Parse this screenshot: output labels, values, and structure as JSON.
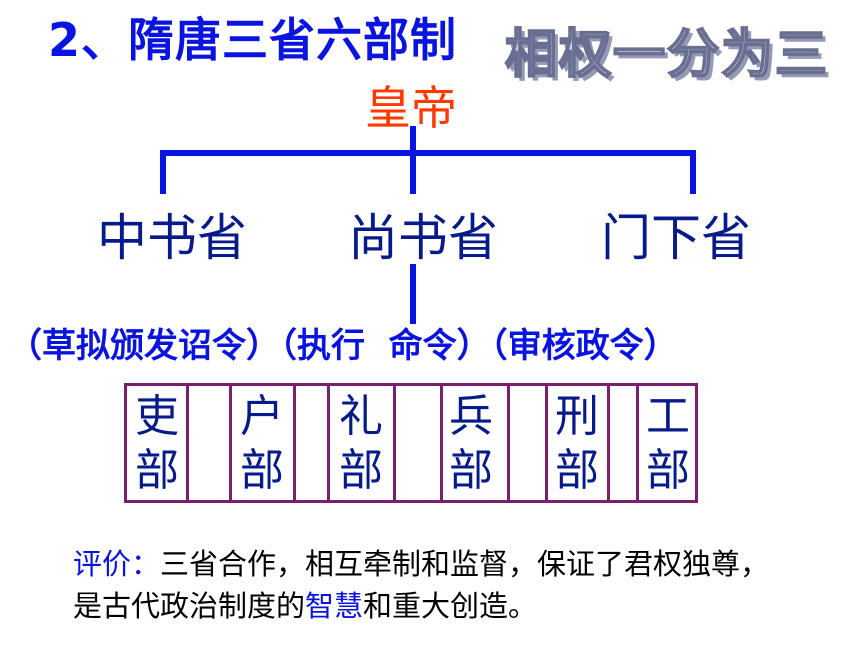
{
  "header": {
    "title": "2、隋唐三省六部制",
    "wordart": "相权一分为三"
  },
  "diagram": {
    "emperor": "皇帝",
    "ministries": [
      "中书省",
      "尚书省",
      "门下省"
    ],
    "functions": "（草拟颁发诏令）（执行  命令）（审核政令）",
    "boards": [
      {
        "top": "吏",
        "bottom": "部"
      },
      {
        "top": "户",
        "bottom": "部"
      },
      {
        "top": "礼",
        "bottom": "部"
      },
      {
        "top": "兵",
        "bottom": "部"
      },
      {
        "top": "刑",
        "bottom": "部"
      },
      {
        "top": "工",
        "bottom": "部"
      }
    ],
    "colors": {
      "line": "#0a14e0",
      "emperor": "#ff3a00",
      "board_border": "#7a1e6e"
    }
  },
  "evaluation": {
    "label": "评价：",
    "text_part1": "三省合作，相互牵制和监督，保证了君权独尊，是古代政治制度的",
    "highlight": "智慧",
    "text_part2": "和重大创造。"
  }
}
